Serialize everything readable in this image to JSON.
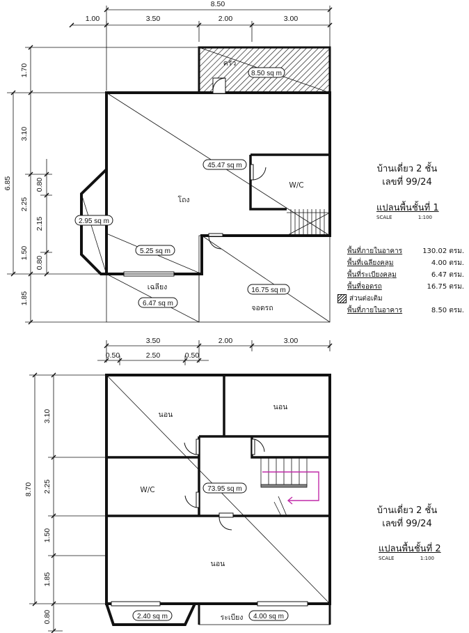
{
  "floor1": {
    "top_dims": {
      "total": "8.50",
      "offset": "1.00",
      "d1": "3.50",
      "d2": "2.00",
      "d3": "3.00"
    },
    "left_dims": {
      "total": "6.85",
      "a": "1.70",
      "b": "3.10",
      "c": "0.80",
      "d": "2.25",
      "e": "2.15",
      "f": "1.50",
      "g": "0.80",
      "h": "1.85"
    },
    "rooms": {
      "roof": "ครัว",
      "hall": "โถง",
      "wc": "W/C",
      "terrace": "เฉลียง",
      "carport": "จอดรถ"
    },
    "areas": {
      "roof": "8.50 sq m",
      "hall": "45.47 sq m",
      "bay": "2.95 sq m",
      "hall_small": "5.25 sq m",
      "terrace": "6.47 sq m",
      "carport": "16.75 sq m"
    }
  },
  "floor2": {
    "top_dims": {
      "d1": "3.50",
      "d2": "2.00",
      "d3": "3.00",
      "s1": "0.50",
      "s2": "2.50",
      "s3": "0.50"
    },
    "left_dims": {
      "total": "8.70",
      "a": "3.10",
      "b": "2.25",
      "c": "1.50",
      "d": "1.85",
      "e": "0.80"
    },
    "rooms": {
      "bed1": "นอน",
      "bed2": "นอน",
      "wc": "W/C",
      "bed3": "นอน",
      "balcony": "ระเบียง"
    },
    "areas": {
      "main": "73.95 sq m",
      "bay": "2.40 sq m",
      "balcony": "4.00 sq m"
    }
  },
  "info1": {
    "title": "บ้านเดี่ยว 2 ชั้น",
    "number": "เลขที่ 99/24",
    "plan": "แปลนพื้นชั้นที่ 1",
    "scale_label": "SCALE",
    "scale_value": "1:100",
    "rows": [
      {
        "label": "พื้นที่ภายในอาคาร",
        "value": "130.02 ตรม."
      },
      {
        "label": "พื้นที่เฉลียงคลุม",
        "value": "4.00 ตรม."
      },
      {
        "label": "พื้นที่ระเบียงคลุม",
        "value": "6.47 ตรม."
      },
      {
        "label": "พื้นที่จอดรถ",
        "value": "16.75 ตรม."
      }
    ],
    "legend": "ส่วนต่อเติม",
    "legend_row": {
      "label": "พื้นที่ภายในอาคาร",
      "value": "8.50 ตรม."
    }
  },
  "info2": {
    "title": "บ้านเดี่ยว 2 ชั้น",
    "number": "เลขที่ 99/24",
    "plan": "แปลนพื้นชั้นที่ 2",
    "scale_label": "SCALE",
    "scale_value": "1:100"
  }
}
